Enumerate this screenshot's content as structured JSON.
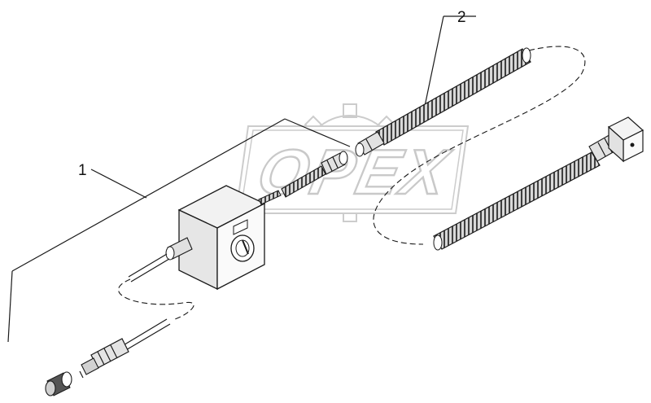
{
  "watermark": {
    "text": "OPEX",
    "color": "#c9c9c9"
  },
  "callouts": [
    {
      "id": "1",
      "label": "1"
    },
    {
      "id": "2",
      "label": "2"
    }
  ],
  "colors": {
    "line": "#1a1a1a",
    "background": "#ffffff"
  }
}
